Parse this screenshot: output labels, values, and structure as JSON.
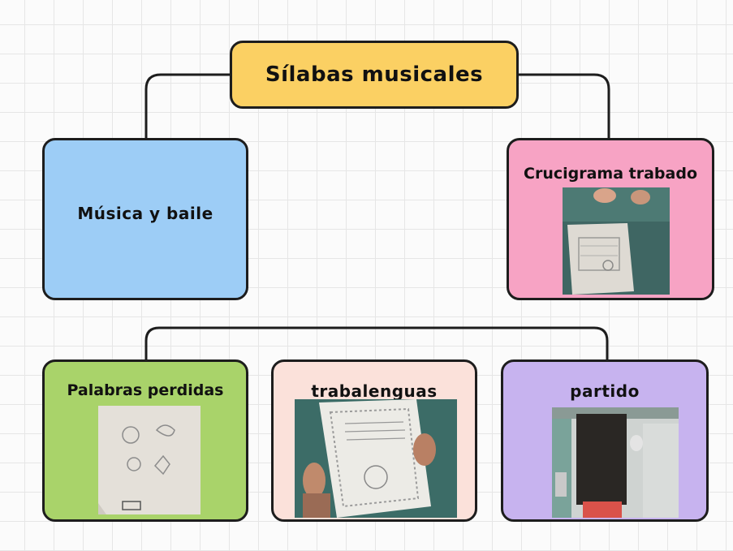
{
  "diagram": {
    "root": {
      "label": "Sílabas musicales",
      "color": "#fbd063"
    },
    "nodes": [
      {
        "id": "musica",
        "label": "Música y baile",
        "color": "#9dcdf6",
        "photo": "none"
      },
      {
        "id": "cruci",
        "label": "Crucigrama trabado",
        "color": "#f7a3c4",
        "photo": "photo of a crossword worksheet on a table"
      },
      {
        "id": "palabras",
        "label": "Palabras perdidas",
        "color": "#a9d36a",
        "photo": "photo of a worksheet with drawings"
      },
      {
        "id": "trabal",
        "label": "trabalenguas",
        "color": "#fbe1da",
        "photo": "photo of a child holding a tongue-twister sheet"
      },
      {
        "id": "partido",
        "label": "partido",
        "color": "#c7b3ef",
        "photo": "photo of a child standing in a covered court"
      }
    ],
    "connector_color": "#1d1d1d"
  }
}
